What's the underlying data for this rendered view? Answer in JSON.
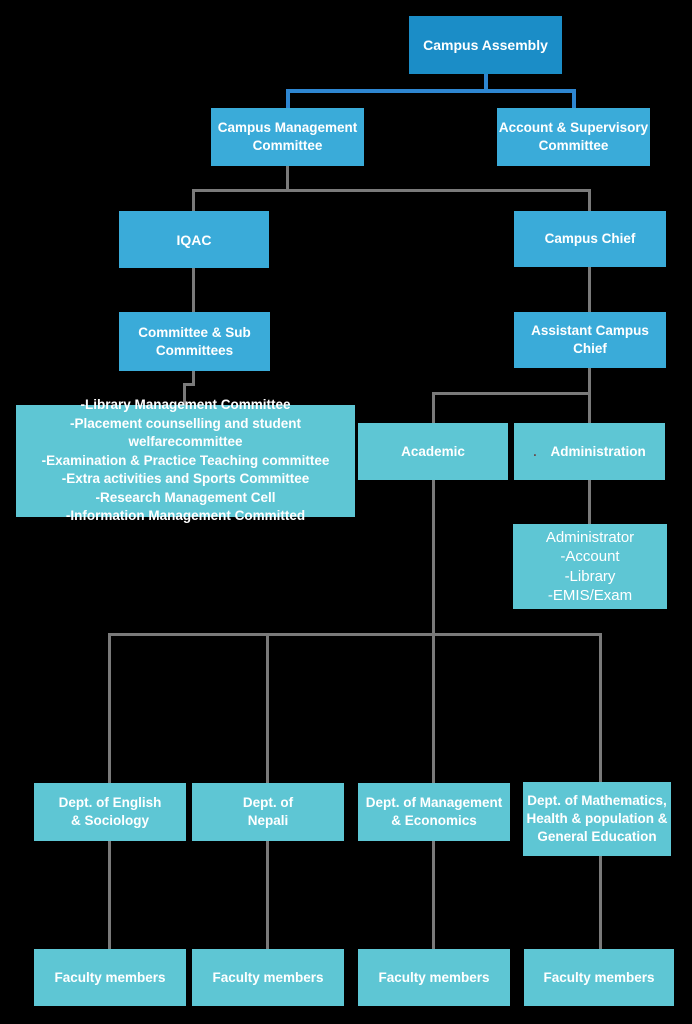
{
  "colors": {
    "background": "#000000",
    "node_primary": "#1b8dc7",
    "node_secondary": "#3aabd9",
    "node_tertiary": "#5ec6d4",
    "connector_blue": "#2e86d1",
    "connector_gray": "#7a7a7a",
    "text": "#ffffff"
  },
  "nodes": {
    "campus_assembly": {
      "label": "Campus Assembly"
    },
    "campus_management": {
      "lines": [
        "Campus Management",
        "Committee"
      ]
    },
    "account_supervisory": {
      "lines": [
        "Account & Supervisory",
        "Committee"
      ]
    },
    "iqac": {
      "label": "IQAC"
    },
    "campus_chief": {
      "label": "Campus Chief"
    },
    "committee_sub": {
      "lines": [
        "Committee & Sub",
        "Committees"
      ]
    },
    "assistant_campus_chief": {
      "label": "Assistant Campus Chief"
    },
    "committees_list": {
      "lines": [
        "-Library Management Committee",
        "-Placement counselling and student welfarecommittee",
        "-Examination & Practice Teaching committee",
        "-Extra activities and Sports Committee",
        "-Research Management Cell",
        "-Information Management Committed"
      ]
    },
    "academic": {
      "label": "Academic"
    },
    "administration": {
      "prefix": ".",
      "label": "Administration"
    },
    "administrator": {
      "lines": [
        "Administrator",
        "-Account",
        "-Library",
        "-EMIS/Exam"
      ]
    },
    "dept_english": {
      "lines": [
        "Dept. of English",
        "& Sociology"
      ]
    },
    "dept_nepali": {
      "lines": [
        "Dept. of",
        "Nepali"
      ]
    },
    "dept_management": {
      "lines": [
        "Dept. of Management",
        "& Economics"
      ]
    },
    "dept_math": {
      "lines": [
        "Dept. of Mathematics,",
        "Health & population &",
        "General Education"
      ]
    },
    "faculty_1": {
      "label": "Faculty members"
    },
    "faculty_2": {
      "label": "Faculty members"
    },
    "faculty_3": {
      "label": "Faculty members"
    },
    "faculty_4": {
      "label": "Faculty members"
    }
  }
}
